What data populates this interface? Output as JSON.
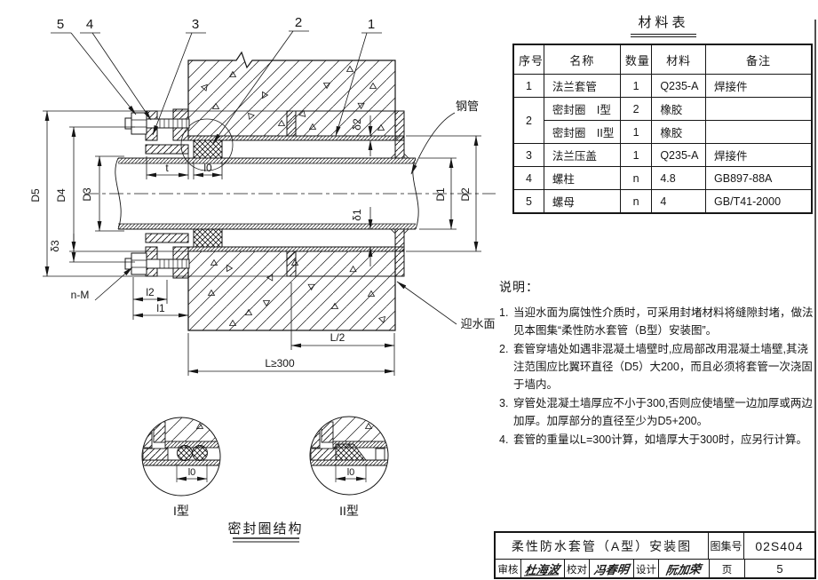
{
  "drawing": {
    "callouts": {
      "c5": "5",
      "c4": "4",
      "c3": "3",
      "c2": "2",
      "c1": "1"
    },
    "labels": {
      "steel_pipe": "钢管",
      "water_face": "迎水面",
      "bolt_spec": "n-M"
    },
    "dims": {
      "D5": "D5",
      "D4": "D4",
      "D3": "D3",
      "D1": "D1",
      "D2": "D2",
      "delta1": "δ1",
      "delta2": "δ2",
      "delta3": "δ3",
      "t": "t",
      "l0": "l0",
      "l1": "l1",
      "l2": "l2",
      "half_length": "L/2",
      "total_length": "L≥300"
    },
    "details": {
      "l0_left": "l0",
      "l0_right": "l0",
      "type1": "I型",
      "type2": "II型",
      "caption": "密封圈结构"
    }
  },
  "materials": {
    "title": "材料表",
    "headers": [
      "序号",
      "名称",
      "数量",
      "材料",
      "备注"
    ],
    "rows": [
      {
        "no": "1",
        "name": "法兰套管",
        "qty": "1",
        "material": "Q235-A",
        "note": "焊接件"
      },
      {
        "no": "2",
        "name": "密封圈　I型",
        "qty": "2",
        "material": "橡胶",
        "note": ""
      },
      {
        "no": "",
        "name": "密封圈　II型",
        "qty": "1",
        "material": "橡胶",
        "note": ""
      },
      {
        "no": "3",
        "name": "法兰压盖",
        "qty": "1",
        "material": "Q235-A",
        "note": "焊接件"
      },
      {
        "no": "4",
        "name": "螺柱",
        "qty": "n",
        "material": "4.8",
        "note": "GB897-88A"
      },
      {
        "no": "5",
        "name": "螺母",
        "qty": "n",
        "material": "4",
        "note": "GB/T41-2000"
      }
    ]
  },
  "notes": {
    "title": "说明：",
    "items": [
      {
        "num": "1.",
        "text": "当迎水面为腐蚀性介质时，可采用封堵材料将缝隙封堵，做法见本图集“柔性防水套管（B型）安装图”。"
      },
      {
        "num": "2.",
        "text": "套管穿墙处如遇非混凝土墙壁时,应局部改用混凝土墙壁,其浇注范围应比翼环直径（D5）大200，而且必须将套管一次浇固于墙内。"
      },
      {
        "num": "3.",
        "text": "穿管处混凝土墙厚应不小于300,否则应使墙壁一边加厚或两边加厚。加厚部分的直径至少为D5+200。"
      },
      {
        "num": "4.",
        "text": "套管的重量以L=300计算，如墙厚大于300时，应另行计算。"
      }
    ]
  },
  "titleblock": {
    "title": "柔性防水套管（A型）安装图",
    "atlas_label": "图集号",
    "atlas_no": "02S404",
    "reviewer_label": "审核",
    "reviewer": "杜海波",
    "checker_label": "校对",
    "checker": "冯春明",
    "designer_label": "设计",
    "designer": "阮加荣",
    "page_label": "页",
    "page_no": "5"
  }
}
